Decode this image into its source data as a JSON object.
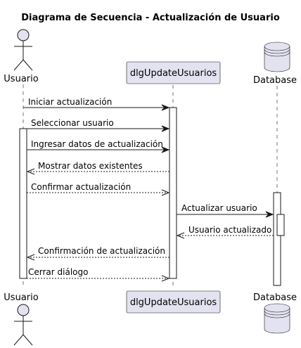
{
  "title": "Diagrama de Secuencia - Actualización de Usuario",
  "participants": {
    "usuario": {
      "label": "Usuario",
      "kind": "actor",
      "icon": "actor-stick-figure-icon"
    },
    "dialog": {
      "label": "dlgUpdateUsuarios",
      "kind": "participant"
    },
    "database": {
      "label": "Database",
      "kind": "database",
      "icon": "database-cylinder-icon"
    }
  },
  "messages": [
    {
      "text": "Iniciar actualización",
      "from": "usuario",
      "to": "dialog",
      "style": "solid"
    },
    {
      "text": "Seleccionar usuario",
      "from": "usuario",
      "to": "dialog",
      "style": "solid"
    },
    {
      "text": "Ingresar datos de actualización",
      "from": "usuario",
      "to": "dialog",
      "style": "solid"
    },
    {
      "text": "Mostrar datos existentes",
      "from": "dialog",
      "to": "usuario",
      "style": "dashed"
    },
    {
      "text": "Confirmar actualización",
      "from": "usuario",
      "to": "dialog",
      "style": "dashed"
    },
    {
      "text": "Actualizar usuario",
      "from": "dialog",
      "to": "database",
      "style": "solid"
    },
    {
      "text": "Usuario actualizado",
      "from": "database",
      "to": "dialog",
      "style": "dashed"
    },
    {
      "text": "Confirmación de actualización",
      "from": "dialog",
      "to": "usuario",
      "style": "dashed"
    },
    {
      "text": "Cerrar diálogo",
      "from": "usuario",
      "to": "dialog",
      "style": "dashed"
    }
  ],
  "colors": {
    "participant_fill": "#e2e2f0",
    "stroke": "#181818",
    "activation_fill": "#ffffff"
  }
}
